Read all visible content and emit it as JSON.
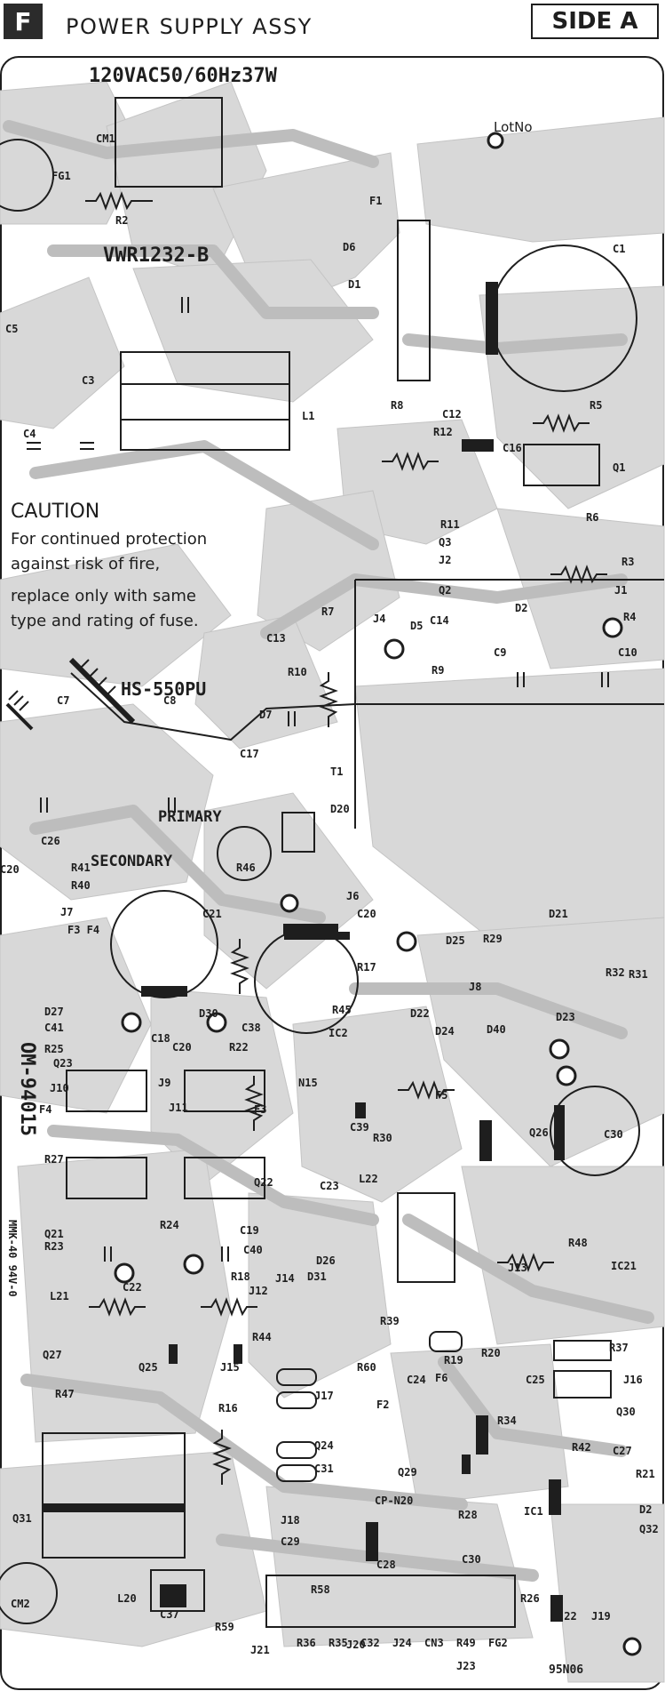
{
  "header": {
    "badge": "F",
    "title": "POWER SUPPLY ASSY",
    "side": "SIDE A"
  },
  "board": {
    "rating": "120VAC50/60Hz37W",
    "model": "VWR1232-B",
    "lot": "LotNo",
    "transformer": "HS-550PU",
    "caution_title": "CAUTION",
    "caution_lines": [
      "For continued protection",
      "against risk of fire,",
      "replace only with same",
      "type and rating of fuse."
    ],
    "primary": "PRIMARY",
    "secondary": "SECONDARY",
    "pcb_number": "OM-94015",
    "ul_mark": "MMK-40 94V-0",
    "code": "95N06",
    "colors": {
      "ink": "#1e1e1e",
      "copper": "#d8d8d8",
      "board": "#ffffff"
    },
    "labels": [
      "FG1",
      "R2",
      "CM1",
      "F1",
      "D6",
      "D1",
      "C1",
      "C5",
      "C3",
      "C4",
      "L1",
      "R8",
      "C12",
      "R5",
      "R12",
      "C16",
      "Q1",
      "R11",
      "Q3",
      "J2",
      "Q2",
      "R6",
      "R3",
      "J1",
      "D2",
      "R4",
      "C14",
      "J4",
      "D5",
      "C9",
      "C10",
      "R9",
      "C13",
      "R7",
      "R10",
      "C7",
      "C8",
      "D7",
      "C17",
      "T1",
      "D20",
      "C26",
      "R41",
      "C20",
      "R40",
      "J7",
      "F3 F4",
      "R46",
      "J6",
      "C21",
      "C20",
      "D21",
      "D25",
      "R29",
      "R32",
      "R31",
      "J8",
      "D22",
      "D24",
      "D40",
      "D23",
      "D27",
      "C41",
      "D30",
      "C38",
      "R25",
      "C18",
      "C20",
      "R22",
      "Q23",
      "J10",
      "J9",
      "F4",
      "J11",
      "F3",
      "R17",
      "R45",
      "IC2",
      "N15",
      "F5",
      "R27",
      "Q22",
      "Q21",
      "R24",
      "C19",
      "R23",
      "C40",
      "C39",
      "R30",
      "L22",
      "C23",
      "Q26",
      "C30",
      "C22",
      "J12",
      "R18",
      "D26",
      "R48",
      "IC21",
      "L21",
      "J14",
      "D31",
      "J13",
      "Q27",
      "R44",
      "R39",
      "R19",
      "R20",
      "R37",
      "Q25",
      "J15",
      "R60",
      "C24",
      "C25",
      "J16",
      "R47",
      "R16",
      "J17",
      "F2",
      "F6",
      "R34",
      "Q30",
      "R42",
      "C27",
      "Q24",
      "Q29",
      "R21",
      "C31",
      "CP-N20",
      "IC1",
      "D2",
      "Q31",
      "J18",
      "R28",
      "Q32",
      "C29",
      "C28",
      "C30",
      "L20",
      "R58",
      "R26",
      "C37",
      "R59",
      "J21",
      "J22",
      "J19",
      "J20",
      "J23",
      "CM2",
      "R36",
      "R35",
      "C32",
      "J24",
      "CN3",
      "R49",
      "FG2"
    ]
  }
}
